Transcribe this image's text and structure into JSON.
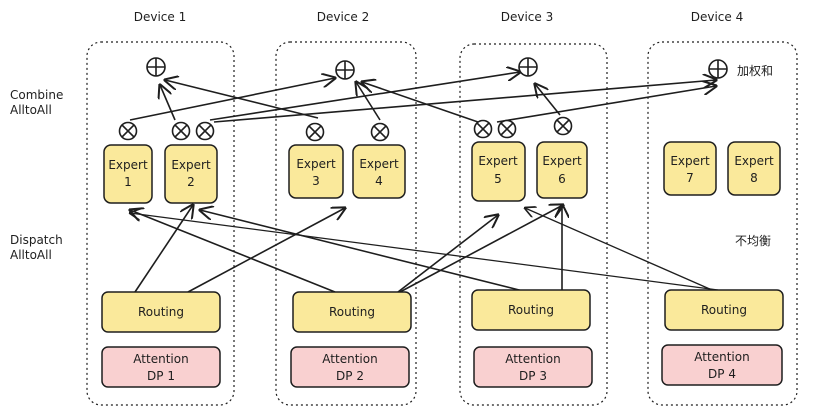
{
  "side_labels": {
    "combine": [
      "Combine",
      "AlltoAll"
    ],
    "dispatch": [
      "Dispatch",
      "AlltoAll"
    ]
  },
  "devices": [
    {
      "name": "Device 1",
      "routing": "Routing",
      "attention": [
        "Attention",
        "DP 1"
      ],
      "experts": [
        [
          "Expert",
          "1"
        ],
        [
          "Expert",
          "2"
        ]
      ]
    },
    {
      "name": "Device 2",
      "routing": "Routing",
      "attention": [
        "Attention",
        "DP 2"
      ],
      "experts": [
        [
          "Expert",
          "3"
        ],
        [
          "Expert",
          "4"
        ]
      ]
    },
    {
      "name": "Device 3",
      "routing": "Routing",
      "attention": [
        "Attention",
        "DP 3"
      ],
      "experts": [
        [
          "Expert",
          "5"
        ],
        [
          "Expert",
          "6"
        ]
      ]
    },
    {
      "name": "Device 4",
      "routing": "Routing",
      "attention": [
        "Attention",
        "DP 4"
      ],
      "experts": [
        [
          "Expert",
          "7"
        ],
        [
          "Expert",
          "8"
        ]
      ]
    }
  ],
  "annotations": {
    "weighted_sum": "加权和",
    "imbalance": "不均衡"
  },
  "colors": {
    "expert_fill": "#fae99b",
    "routing_fill": "#fae99b",
    "attention_fill": "#f9d0d0",
    "stroke": "#1e1e1e",
    "background": "#ffffff"
  }
}
